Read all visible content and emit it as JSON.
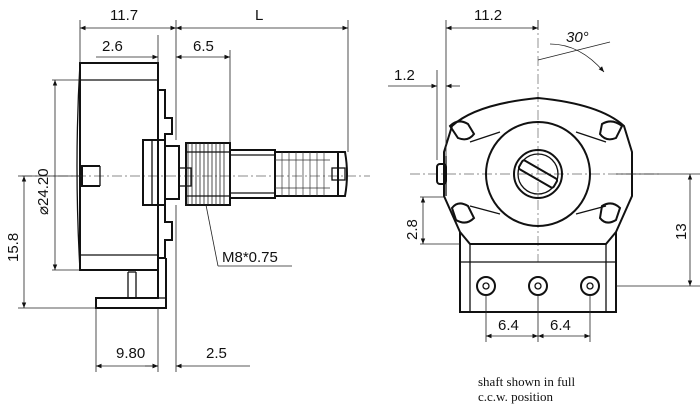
{
  "side_view": {
    "dim_body_depth": "11.7",
    "dim_shaft_length": "L",
    "dim_bushing_shoulder": "2.6",
    "dim_thread_length": "6.5",
    "dim_body_diameter": "⌀24.20",
    "dim_overall_height": "15.8",
    "dim_thread": "M8*0.75",
    "dim_pin_offset": "9.80",
    "dim_pin_thickness": "2.5"
  },
  "front_view": {
    "dim_width": "11.2",
    "dim_angle": "30°",
    "dim_tab": "1.2",
    "dim_tab_height": "2.8",
    "dim_pin_height": "13",
    "dim_pin_pitch_1": "6.4",
    "dim_pin_pitch_2": "6.4"
  },
  "note": {
    "line1": "shaft shown in full",
    "line2": "c.c.w. position"
  }
}
